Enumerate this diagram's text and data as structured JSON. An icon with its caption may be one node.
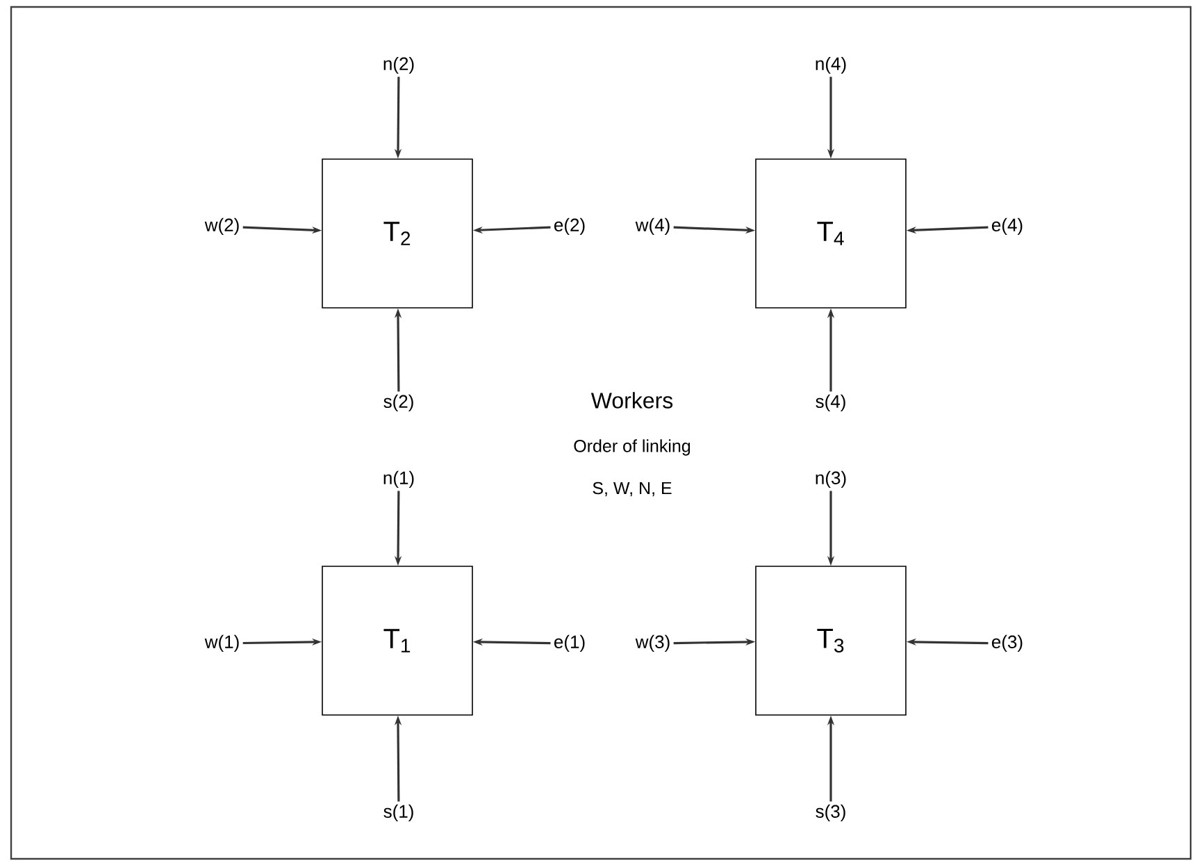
{
  "diagram": {
    "nodes": [
      {
        "text": [
          "n(2)"
        ]
      },
      {
        "text": [
          "n(4)"
        ]
      },
      {
        "text": [
          "w(2)"
        ]
      },
      {
        "text": [
          "T$_{2}$"
        ]
      },
      {
        "text": [
          "e(2)"
        ]
      },
      {
        "text": [
          "w(4)"
        ]
      },
      {
        "text": [
          "T$_{4}$"
        ]
      },
      {
        "text": [
          "e(4)"
        ]
      },
      {
        "text": [
          "s(2)"
        ]
      },
      {
        "text": [
          "s(4)"
        ]
      },
      {
        "text": [
          "n(1)"
        ]
      },
      {
        "text": [
          "n(3)"
        ]
      },
      {
        "text": [
          "w(1)"
        ]
      },
      {
        "text": [
          "T$_{1}$"
        ]
      },
      {
        "text": [
          "e(1)"
        ]
      },
      {
        "text": [
          "w(3)"
        ]
      },
      {
        "text": [
          "T$_{3}$"
        ]
      },
      {
        "text": [
          "e(3)"
        ]
      },
      {
        "text": [
          "s(1)"
        ]
      },
      {
        "text": [
          "s(3)"
        ]
      }
    ],
    "edges": [
      {
        "from": 0,
        "to": 3,
        "arrow": "to"
      },
      {
        "from": 2,
        "to": 3,
        "arrow": "to"
      },
      {
        "from": 4,
        "to": 3,
        "arrow": "to"
      },
      {
        "from": 8,
        "to": 3,
        "arrow": "to"
      },
      {
        "from": 1,
        "to": 6,
        "arrow": "to"
      },
      {
        "from": 5,
        "to": 6,
        "arrow": "to"
      },
      {
        "from": 7,
        "to": 6,
        "arrow": "to"
      },
      {
        "from": 9,
        "to": 6,
        "arrow": "to"
      },
      {
        "from": 10,
        "to": 13,
        "arrow": "to"
      },
      {
        "from": 12,
        "to": 13,
        "arrow": "to"
      },
      {
        "from": 14,
        "to": 13,
        "arrow": "to"
      },
      {
        "from": 18,
        "to": 13,
        "arrow": "to"
      },
      {
        "from": 11,
        "to": 16,
        "arrow": "to"
      },
      {
        "from": 15,
        "to": 16,
        "arrow": "to"
      },
      {
        "from": 17,
        "to": 16,
        "arrow": "to"
      },
      {
        "from": 19,
        "to": 16,
        "arrow": "to"
      }
    ],
    "labels": [
      "Workers",
      "Order of linking",
      "S, W, N, E"
    ]
  }
}
